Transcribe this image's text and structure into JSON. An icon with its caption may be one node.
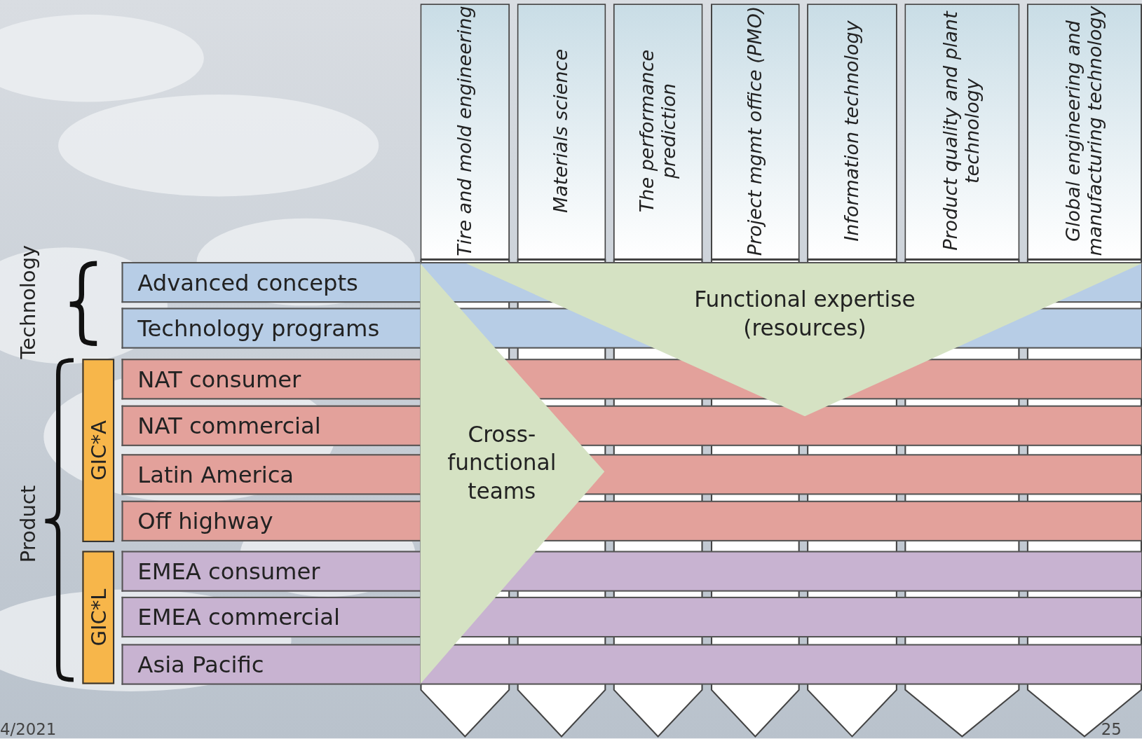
{
  "diagram": {
    "nodes": [
      {
        "text": [
          "Tire and mold engineering"
        ]
      },
      {
        "text": [
          "Materials science"
        ]
      },
      {
        "text": [
          "The performance prediction"
        ]
      },
      {
        "text": [
          "Project mgmt office (PMO)"
        ]
      },
      {
        "text": [
          "Information technology"
        ]
      },
      {
        "text": [
          "Product quality and plant technology"
        ]
      },
      {
        "text": [
          "Global engineering and manufacturing technology"
        ]
      },
      {
        "text": [
          "Advanced concepts"
        ]
      },
      {
        "text": [
          "Technology programs"
        ]
      },
      {
        "text": [
          "GIC*A"
        ]
      },
      {
        "text": [
          "NAT consumer"
        ]
      },
      {
        "text": [
          "NAT commercial"
        ]
      },
      {
        "text": [
          "Latin America"
        ]
      },
      {
        "text": [
          "Off highway"
        ]
      },
      {
        "text": [
          "GIC*L"
        ]
      },
      {
        "text": [
          "EMEA consumer"
        ]
      },
      {
        "text": [
          "EMEA commercial"
        ]
      },
      {
        "text": [
          "Asia Pacific"
        ]
      },
      {
        "text": [
          "Functional expertise (resources)"
        ]
      },
      {
        "text": [
          "Cross-functional teams"
        ]
      }
    ],
    "labels": [
      "Technology",
      "Product",
      "4/2021",
      "25"
    ]
  }
}
